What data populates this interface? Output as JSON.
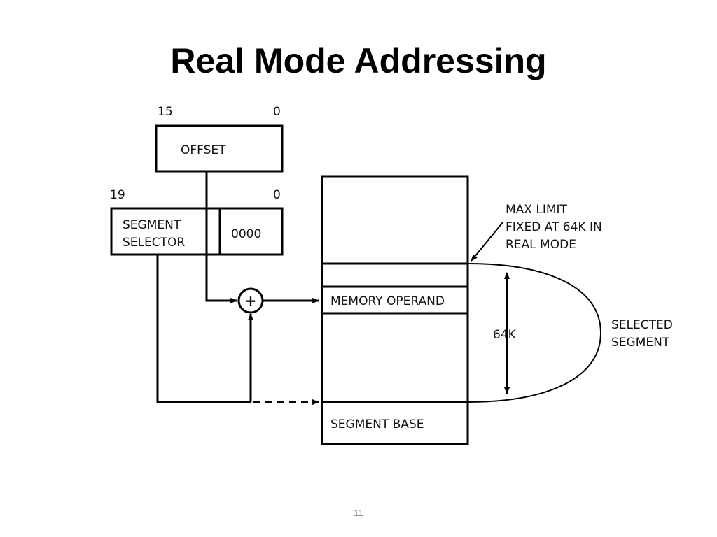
{
  "slide": {
    "title": "Real Mode Addressing",
    "page_number": "11"
  },
  "diagram": {
    "offset_register": {
      "label": "OFFSET",
      "bit_high": "15",
      "bit_low": "0"
    },
    "segment_register": {
      "label_line1": "SEGMENT",
      "label_line2": "SELECTOR",
      "low_bits": "0000",
      "bit_high": "19",
      "bit_low": "0"
    },
    "adder_symbol": "+",
    "memory": {
      "operand_label": "MEMORY OPERAND",
      "base_label": "SEGMENT BASE",
      "size_label": "64K"
    },
    "annotations": {
      "limit_line1": "MAX LIMIT",
      "limit_line2": "FIXED AT 64K IN",
      "limit_line3": "REAL MODE",
      "segment_line1": "SELECTED",
      "segment_line2": "SEGMENT"
    }
  }
}
